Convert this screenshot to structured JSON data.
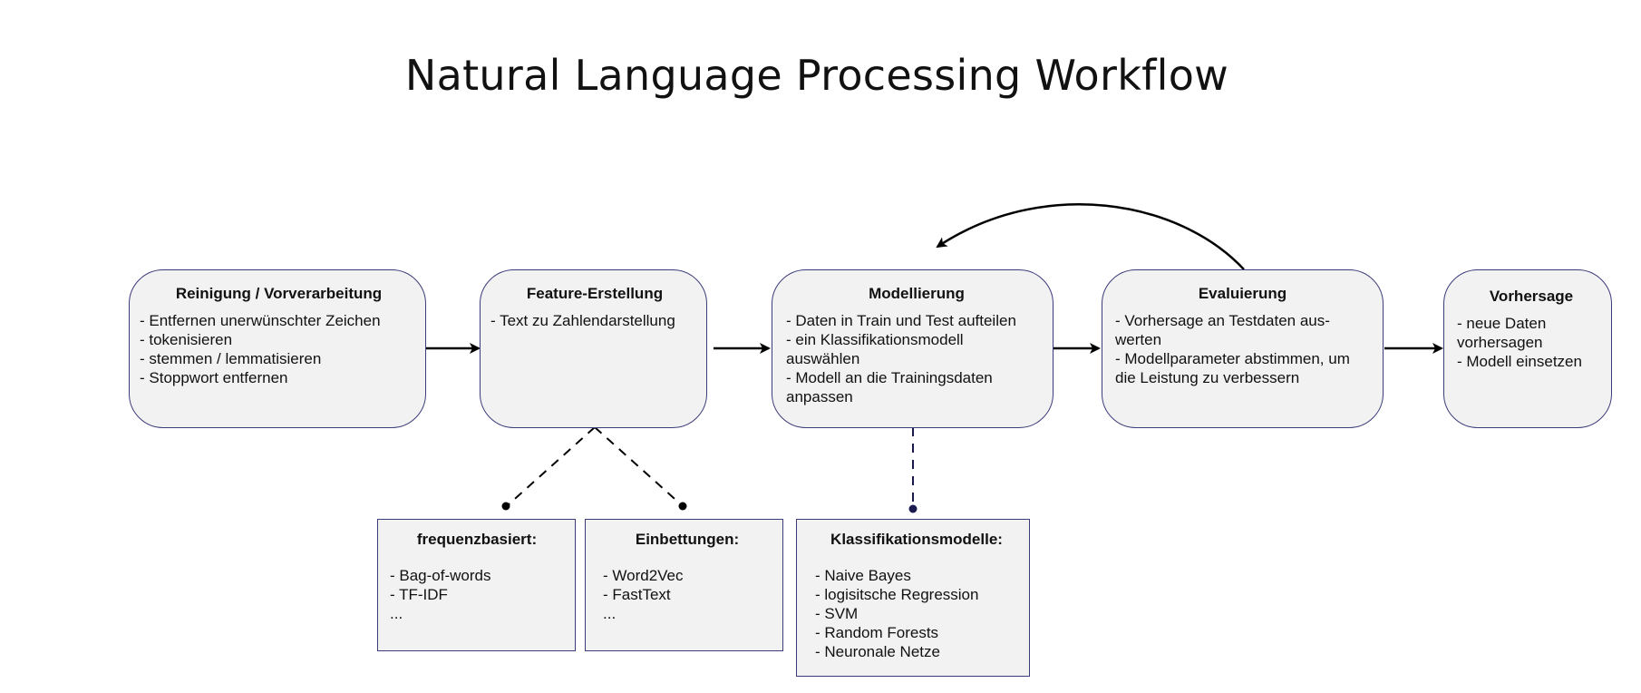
{
  "title": "Natural Language Processing Workflow",
  "steps": [
    {
      "title": "Reinigung / Vorverarbeitung",
      "items": [
        "- Entfernen unerwünschter Zeichen",
        "- tokenisieren",
        "- stemmen / lemmatisieren",
        "- Stoppwort entfernen"
      ]
    },
    {
      "title": "Feature-Erstellung",
      "items": [
        "- Text zu Zahlendarstellung"
      ]
    },
    {
      "title": "Modellierung",
      "items": [
        "- Daten in Train und Test aufteilen",
        "- ein Klassifikationsmodell auswählen",
        "- Modell an die Trainingsdaten anpassen"
      ]
    },
    {
      "title": "Evaluierung",
      "items": [
        "- Vorhersage an Testdaten aus-werten",
        "- Modellparameter abstimmen, um die Leistung zu verbessern"
      ]
    },
    {
      "title": "Vorhersage",
      "items": [
        "- neue Daten vorhersagen",
        "- Modell einsetzen"
      ]
    }
  ],
  "details": [
    {
      "title": "frequenzbasiert:",
      "items": [
        "- Bag-of-words",
        "- TF-IDF",
        "..."
      ]
    },
    {
      "title": "Einbettungen:",
      "items": [
        "- Word2Vec",
        "- FastText",
        "..."
      ]
    },
    {
      "title": "Klassifikationsmodelle:",
      "items": [
        "- Naive Bayes",
        "- logisitsche Regression",
        "- SVM",
        "- Random Forests",
        "- Neuronale Netze"
      ]
    }
  ]
}
